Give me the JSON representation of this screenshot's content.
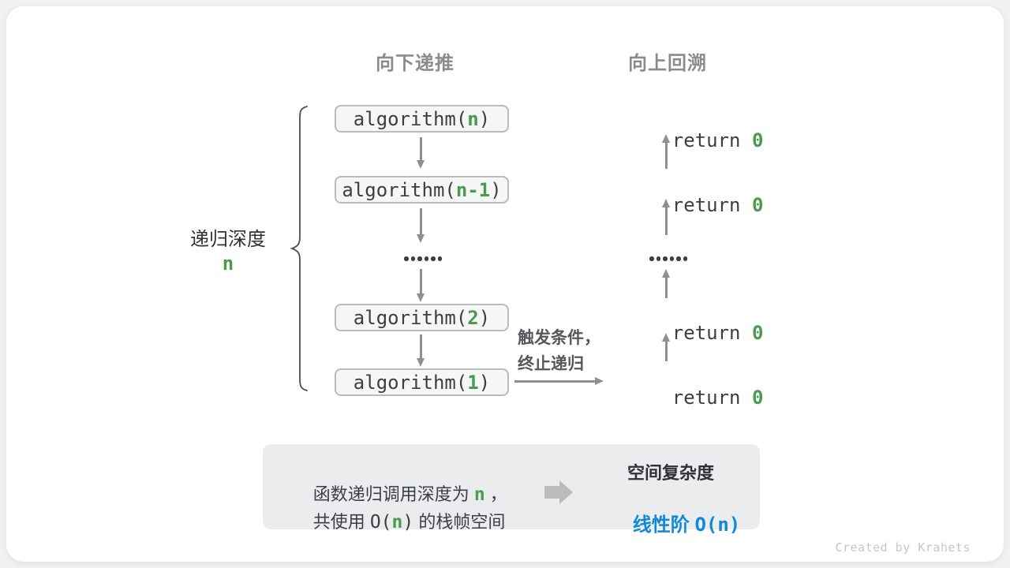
{
  "colors": {
    "accent_green": "#4a9a4f",
    "accent_blue": "#1189d8",
    "arrow_gray": "#8c9093",
    "header_gray": "#8b8b8b",
    "box_border": "#b9bcbd",
    "box_background": "#f5f6f6",
    "summary_background": "#ebeced"
  },
  "headers": {
    "recurse_down": "向下递推",
    "backtrack_up": "向上回溯"
  },
  "depth": {
    "label": "递归深度",
    "value": "n"
  },
  "stack": {
    "boxes": [
      {
        "prefix": "algorithm(",
        "arg": "n",
        "suffix": ")"
      },
      {
        "prefix": "algorithm(",
        "arg": "n-1",
        "suffix": ")"
      },
      {
        "prefix": "algorithm(",
        "arg": "2",
        "suffix": ")"
      },
      {
        "prefix": "algorithm(",
        "arg": "1",
        "suffix": ")"
      }
    ],
    "ellipsis_dot_count": 6
  },
  "returns": {
    "keyword": "return ",
    "value": "0"
  },
  "base_case": {
    "line1": "触发条件，",
    "line2": "终止递归"
  },
  "summary": {
    "line1_pre": "函数递归调用深度为 ",
    "line1_n": "n",
    "line1_post": " ，",
    "line2_pre": "共使用 ",
    "line2_code_open": "O(",
    "line2_n": "n",
    "line2_code_close": ")",
    "line2_post": " 的栈帧空间",
    "result_title": "空间复杂度",
    "result_prefix": "线性阶 ",
    "result_code": "O(n)"
  },
  "footer": {
    "credit": "Created by Krahets"
  }
}
